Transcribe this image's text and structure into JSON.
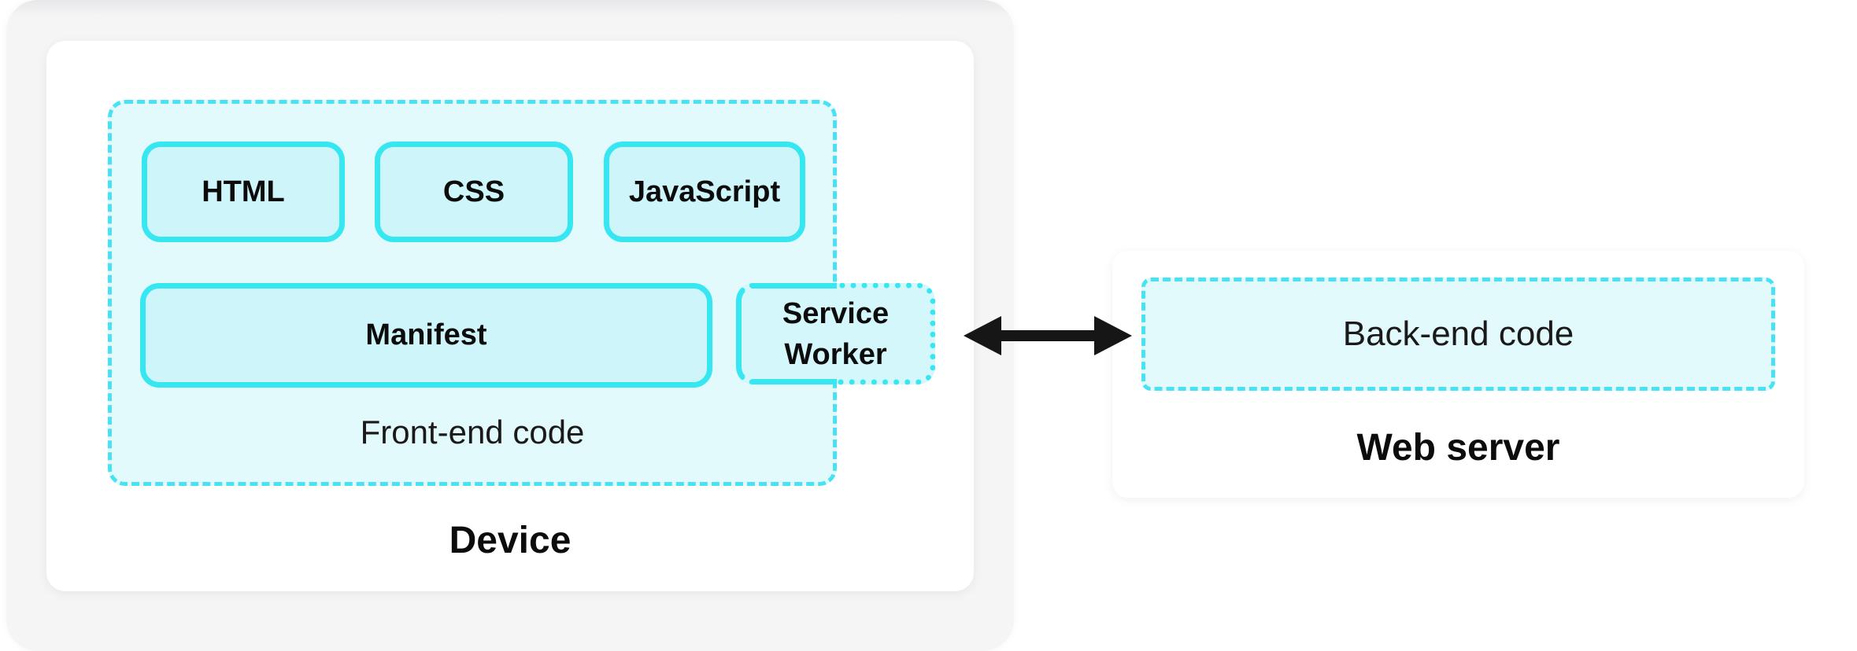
{
  "device_card": {
    "title": "Device",
    "frontend_container": {
      "label": "Front-end code",
      "top_row_boxes": [
        "HTML",
        "CSS",
        "JavaScript"
      ],
      "manifest_box": "Manifest",
      "service_worker_box": "Service Worker"
    }
  },
  "server_card": {
    "title": "Web server",
    "backend_box": "Back-end code"
  },
  "connection": {
    "type": "bidirectional-arrow",
    "color": "#161616"
  },
  "colors": {
    "accent_cyan_border": "#36e7f2",
    "accent_cyan_dash": "#48e3f2",
    "box_fill": "#cdf5fa",
    "container_fill": "#e3fafd",
    "card_background": "#ffffff",
    "panel_background": "#f5f5f6",
    "text": "#141414"
  }
}
